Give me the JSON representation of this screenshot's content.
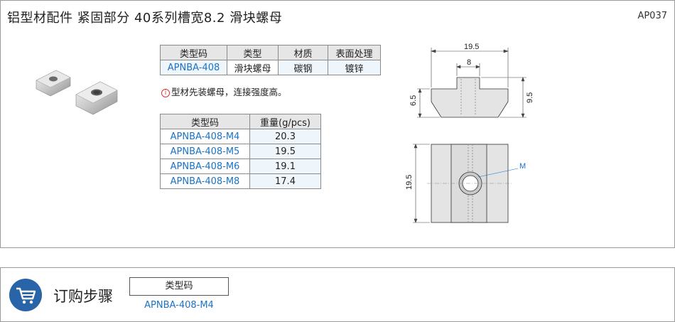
{
  "header": {
    "title": "铝型材配件  紧固部分  40系列槽宽8.2  滑块螺母",
    "code": "AP037"
  },
  "spec_table": {
    "headers": [
      "类型码",
      "类型",
      "材质",
      "表面处理"
    ],
    "row": [
      "APNBA-408",
      "滑块螺母",
      "碳钢",
      "镀锌"
    ]
  },
  "note": {
    "icon": "i",
    "text": "型材先装螺母，连接强度高。"
  },
  "weight_table": {
    "headers": [
      "类型码",
      "重量(g/pcs)"
    ],
    "rows": [
      [
        "APNBA-408-M4",
        "20.3"
      ],
      [
        "APNBA-408-M5",
        "19.5"
      ],
      [
        "APNBA-408-M6",
        "19.1"
      ],
      [
        "APNBA-408-M8",
        "17.4"
      ]
    ]
  },
  "drawing": {
    "dim_width": "19.5",
    "dim_slot": "8",
    "dim_height_total": "9.5",
    "dim_height_base": "6.5",
    "dim_length": "19.5",
    "thread_label": "M"
  },
  "order": {
    "title": "订购步骤",
    "box_label": "类型码",
    "part_number": "APNBA-408-M4"
  },
  "colors": {
    "accent_blue": "#1a73c7",
    "cart_circle": "#2a64a8",
    "header_gray": "#e6e6e6",
    "value_cell": "#eef5fb"
  }
}
